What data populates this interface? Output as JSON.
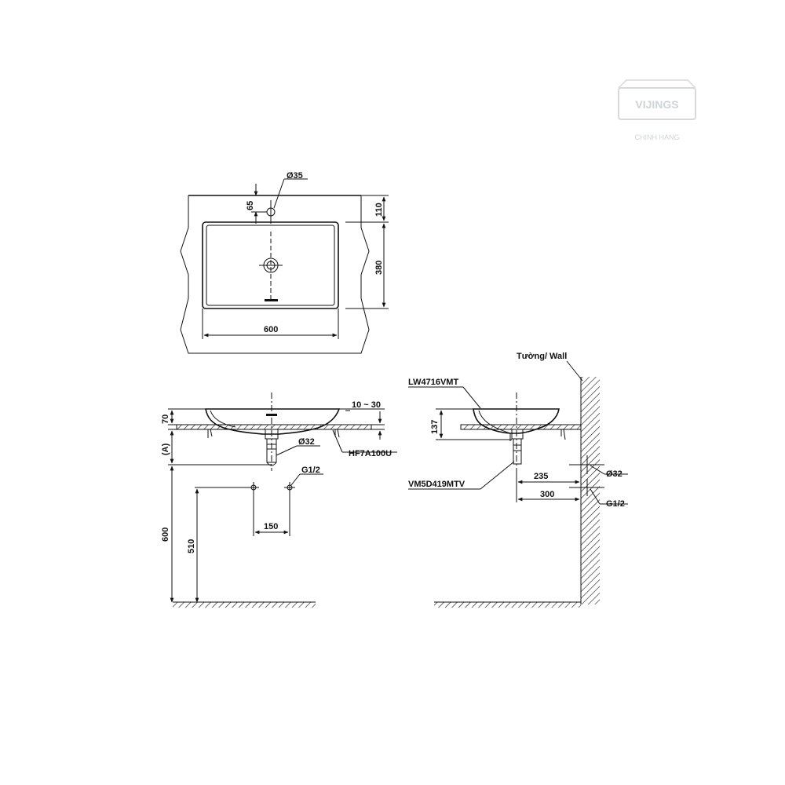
{
  "watermark": {
    "brand": "VIJINGS",
    "tagline": "CHINH HANG"
  },
  "top_view": {
    "dim_hole_diameter": "Ø35",
    "dim_hole_offset": "65",
    "dim_top_to_basin": "110",
    "dim_basin_depth": "380",
    "dim_width": "600"
  },
  "front_view": {
    "dim_basin_height": "70",
    "dim_counter_thickness": "10 ~ 30",
    "dim_variable": "(A)",
    "dim_drain_diameter": "Ø32",
    "dim_supply_thread": "G1/2",
    "dim_supply_spacing": "150",
    "dim_supply_height": "510",
    "dim_drain_height": "600",
    "part_drain_fitting": "HF7A100U"
  },
  "side_view": {
    "wall_label": "Tường/ Wall",
    "part_basin": "LW4716VMT",
    "part_trap": "VM5D419MTV",
    "dim_total_height": "137",
    "dim_drain_to_wall": "235",
    "dim_supply_to_wall": "300",
    "dim_drain_diameter": "Ø32",
    "dim_supply_thread": "G1/2"
  }
}
